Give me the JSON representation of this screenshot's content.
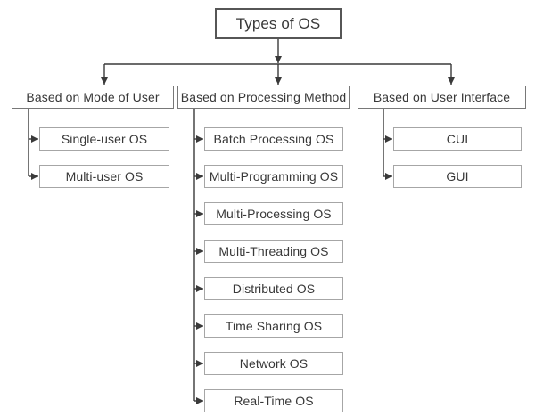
{
  "title": "Types of OS",
  "branches": [
    {
      "label": "Based on Mode of User",
      "children": [
        "Single-user OS",
        "Multi-user OS"
      ]
    },
    {
      "label": "Based on Processing Method",
      "children": [
        "Batch Processing OS",
        "Multi-Programming OS",
        "Multi-Processing OS",
        "Multi-Threading OS",
        "Distributed OS",
        "Time Sharing OS",
        "Network OS",
        "Real-Time OS"
      ]
    },
    {
      "label": "Based on User Interface",
      "children": [
        "CUI",
        "GUI"
      ]
    }
  ],
  "colors": {
    "canvas_bg": "#ffffff",
    "line": "#3a3a3a",
    "text": "#383838",
    "root_border": "#565656",
    "branch_border": "#787878",
    "leaf_border": "#a6a6a6"
  }
}
